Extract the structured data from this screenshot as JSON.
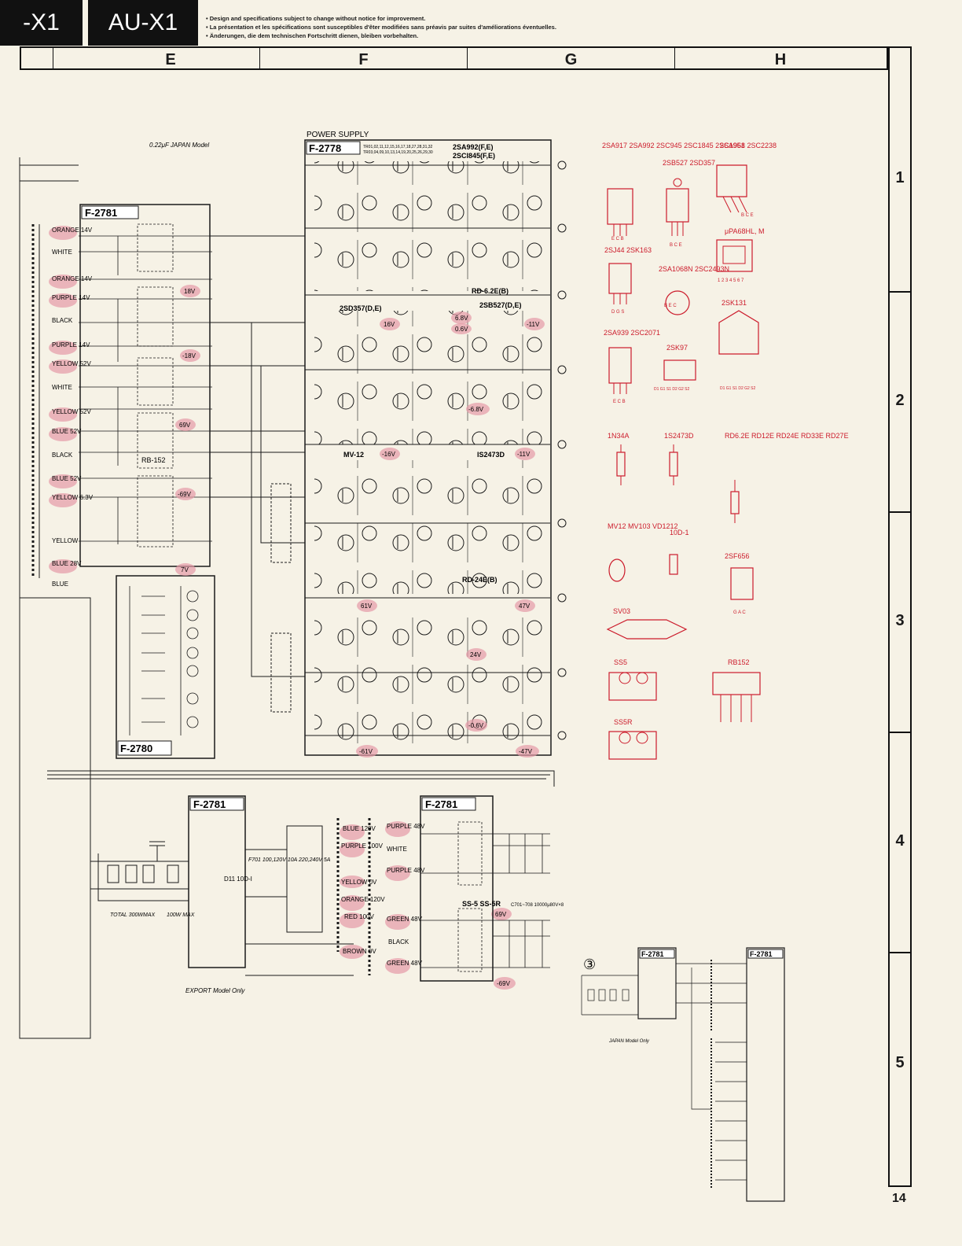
{
  "header": {
    "model_left": "-X1",
    "model_right": "AU-X1",
    "notes": [
      "Design and specifications subject to change without notice for improvement.",
      "La présentation et les spécifications sont susceptibles d'êter modifiées sans préavis par suites d'améliorations éventuelles.",
      "Änderungen, die dem technischen Fortschritt dienen, bleiben vorbehalten."
    ]
  },
  "grid": {
    "columns": [
      "E",
      "F",
      "G",
      "H"
    ],
    "rows": [
      "1",
      "2",
      "3",
      "4",
      "5"
    ]
  },
  "boards": {
    "power_supply_title": "POWER SUPPLY",
    "f2778": "F-2778",
    "f2781_top": "F-2781",
    "f2780": "F-2780",
    "f2781_bottom_left": "F-2781",
    "f2781_bottom_right": "F-2781",
    "f2781_inset_a": "F-2781",
    "f2781_inset_b": "F-2781"
  },
  "notes_small": {
    "japan_model_cap": "0.22μF JAPAN Model",
    "export_only": "EXPORT Model Only",
    "japan_only": "JAPAN Model Only",
    "total_max": "TOTAL 300WMAX",
    "hundred_max": "100W MAX",
    "fuse_f701": "F701 100,120V 10A 220,240V 5A",
    "c701": "C701~708 10000μ80V×8",
    "ss5": "SS-5 SS-5R",
    "rb152": "RB-152",
    "mv12": "MV-12",
    "rd62e": "RD-6.2E(B)",
    "rd24e": "RD-24E(B)",
    "is2473d": "IS2473D",
    "tr_list_top": "2SA992(F,E)",
    "tr_list_top2": "2SCI845(F,E)",
    "tr_d357": "2SD357(D,E)",
    "tr_b527": "2SB527(D,E)",
    "tr_ids_top": "TR01,02,11,12,15,16,17,18,27,28,31,32",
    "tr_ids_top2": "TR03,04,09,10,13,14,19,20,25,26,29,30",
    "d11": "D11 10D-I",
    "circle_three": "③"
  },
  "wire_labels": [
    "ORANGE 14V",
    "WHITE",
    "ORANGE 14V",
    "PURPLE 14V",
    "BLACK",
    "PURPLE 14V",
    "YELLOW 52V",
    "WHITE",
    "YELLOW 52V",
    "BLUE 52V",
    "BLACK",
    "BLUE 52V",
    "YELLOW 6.3V",
    "YELLOW",
    "BLUE 28V",
    "BLUE"
  ],
  "voltage_marks": [
    "18V",
    "-18V",
    "69V",
    "-69V",
    "7V",
    "-6.8V",
    "-11V",
    "16V",
    "6.8V",
    "0.6V",
    "-16V",
    "-11V",
    "47V",
    "-47V",
    "61V",
    "-61V",
    "24V",
    "-0.6V",
    "69V",
    "-69V"
  ],
  "transformer_labels": [
    "BLUE 120V",
    "PURPLE 100V",
    "YELLOW 0V",
    "ORANGE 120V",
    "RED 100V",
    "BROWN 0V",
    "PURPLE 48V",
    "WHITE",
    "PURPLE 48V",
    "GREEN 48V",
    "BLACK",
    "GREEN 48V"
  ],
  "parts": [
    {
      "name": "2SA917 2SA992 2SC945 2SC1845 2SC1951",
      "pins": "E C B"
    },
    {
      "name": "2SB527 2SD357",
      "pins": "B C E"
    },
    {
      "name": "2SA968 2SC2238",
      "pins": "B C E"
    },
    {
      "name": "2SJ44 2SK163",
      "pins": "D G S"
    },
    {
      "name": "2SA1068N 2SC2493N",
      "pins": "B E C"
    },
    {
      "name": "μPA68HL, M",
      "pins": "1 2 3 4 5 6 7"
    },
    {
      "name": "2SA939 2SC2071",
      "pins": "E C B"
    },
    {
      "name": "2SK97",
      "pins": "D1 G1 S1 D2 G2 S2"
    },
    {
      "name": "2SK131",
      "pins": "D1 G1 S1 D2 G2 S2"
    },
    {
      "name": "1N34A",
      "pins": ""
    },
    {
      "name": "1S2473D",
      "pins": ""
    },
    {
      "name": "RD6.2E RD12E RD24E RD33E RD27E",
      "pins": ""
    },
    {
      "name": "MV12 MV103 VD1212",
      "pins": ""
    },
    {
      "name": "10D-1",
      "pins": ""
    },
    {
      "name": "2SF656",
      "pins": "G A C"
    },
    {
      "name": "SV03",
      "pins": ""
    },
    {
      "name": "SS5",
      "pins": ""
    },
    {
      "name": "RB152",
      "pins": ""
    },
    {
      "name": "SS5R",
      "pins": ""
    }
  ],
  "page_number": "14",
  "colors": {
    "ink": "#1a1a1a",
    "paper": "#f6f2e6",
    "parts_red": "#cc1b2b",
    "highlight": "#e59aa6"
  }
}
